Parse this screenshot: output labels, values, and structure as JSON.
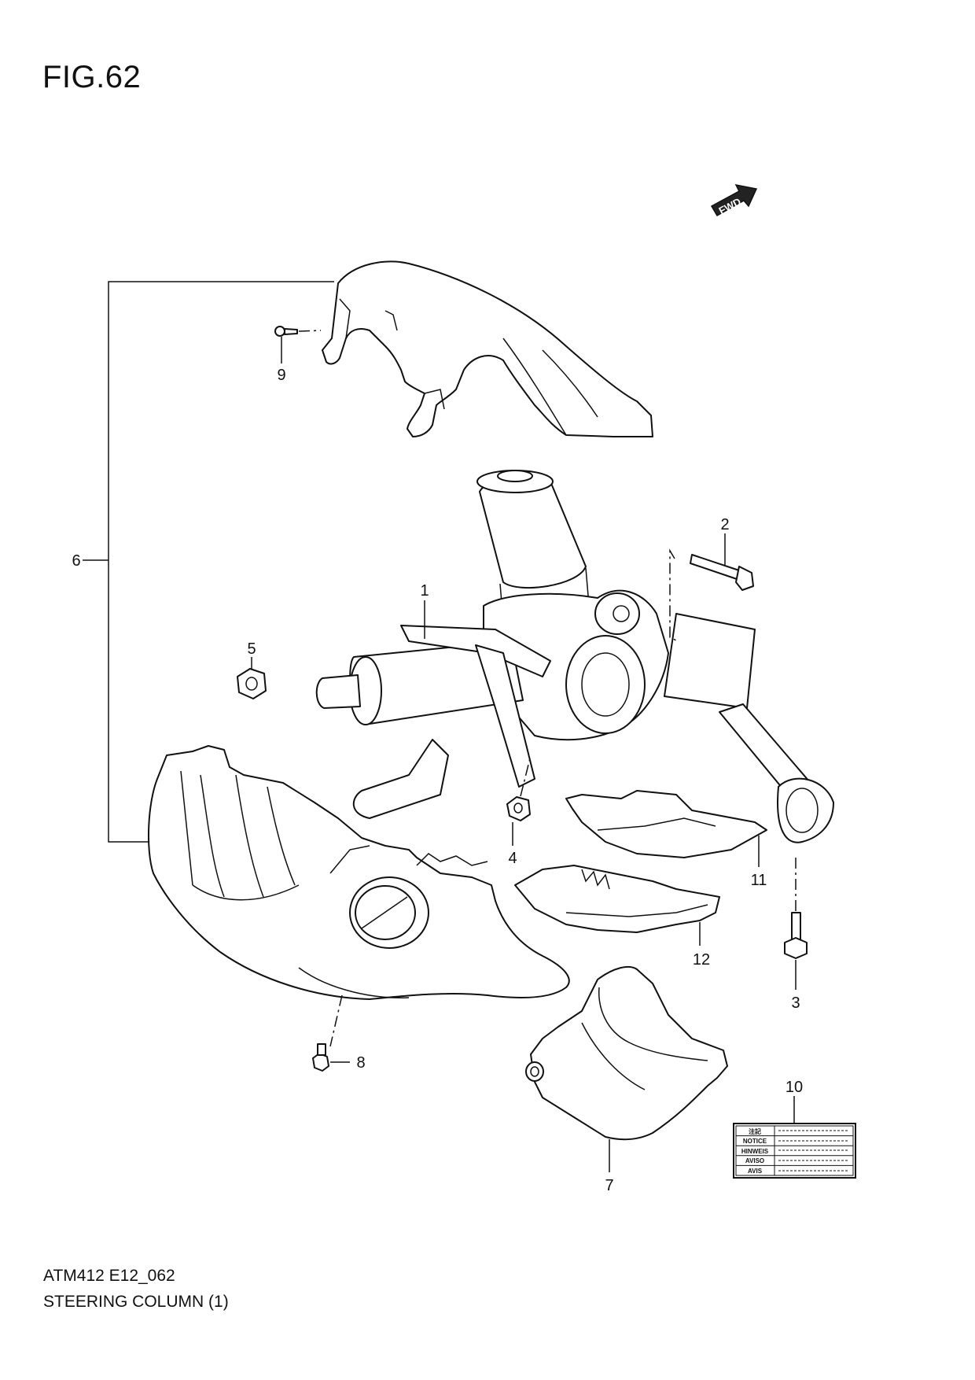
{
  "figure": {
    "title": "FIG.62",
    "code": "ATM412 E12_062",
    "name": "STEERING COLUMN (1)"
  },
  "fwd_arrow": {
    "text": "FWD"
  },
  "callouts": {
    "c1": "1",
    "c2": "2",
    "c3": "3",
    "c4": "4",
    "c5": "5",
    "c6": "6",
    "c7": "7",
    "c8": "8",
    "c9": "9",
    "c10": "10",
    "c11": "11",
    "c12": "12"
  },
  "label_plate": {
    "rows": [
      "注記",
      "NOTICE",
      "HINWEIS",
      "AVISO",
      "AVIS"
    ]
  },
  "colors": {
    "line": "#111111",
    "background": "#ffffff"
  }
}
